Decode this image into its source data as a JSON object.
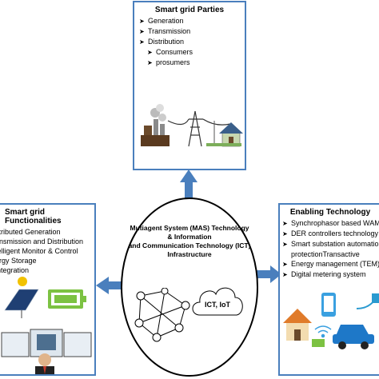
{
  "top_box": {
    "title": "Smart grid Parties",
    "items": [
      {
        "label": "Generation"
      },
      {
        "label": "Transmission"
      },
      {
        "label": "Distribution"
      }
    ],
    "sub_items": [
      {
        "label": "Consumers"
      },
      {
        "label": "prosumers"
      }
    ]
  },
  "left_box": {
    "title": "Smart grid Functionalities",
    "items": [
      {
        "label": "stributed Generation"
      },
      {
        "label": "ansmission and Distribution"
      },
      {
        "label": "telligent Monitor & Control"
      },
      {
        "label": "ergy Storage"
      },
      {
        "label": "integration"
      }
    ]
  },
  "right_box": {
    "title": "Enabling Technology",
    "items": [
      {
        "label": "Synchrophasor based WAM technology"
      },
      {
        "label": "DER controllers technology"
      },
      {
        "label": "Smart substation automation and"
      },
      {
        "label": "protectionTransactive"
      },
      {
        "label": "Energy management  (TEM)"
      },
      {
        "label": "Digital metering system"
      }
    ]
  },
  "center": {
    "line1": "Mutiagent System (MAS) Technology",
    "line2": "& Information",
    "line3": "and Communication Technology (ICT)",
    "line4": "Infrastructure",
    "cloud_label": "ICT, IoT"
  },
  "colors": {
    "arrow": "#4a7fbd",
    "box_border": "#4a7fbd",
    "ellipse_border": "#000000"
  },
  "icons": [
    "factory-icon",
    "transmission-tower-icon",
    "house-icon",
    "solar-panel-icon",
    "battery-icon",
    "monitor-icon",
    "operator-icon",
    "house-icon",
    "phone-icon",
    "ev-car-icon",
    "plug-icon",
    "wifi-icon",
    "cloud-icon",
    "agent-network-icon"
  ]
}
